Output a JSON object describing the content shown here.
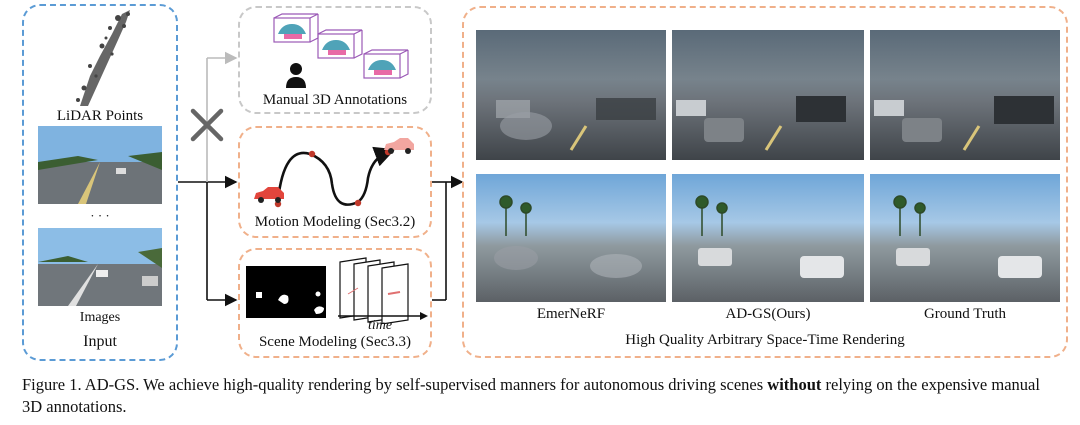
{
  "input_panel": {
    "lidar_label": "LiDAR Points",
    "ellipsis": "· · ·",
    "images_label": "Images",
    "title": "Input"
  },
  "manual_panel": {
    "label": "Manual 3D Annotations"
  },
  "motion_panel": {
    "label": "Motion Modeling (Sec3.2)"
  },
  "scene_panel": {
    "label": "Scene Modeling (Sec3.3)",
    "time_label": "time"
  },
  "rendering_panel": {
    "columns": [
      "EmerNeRF",
      "AD-GS(Ours)",
      "Ground Truth"
    ],
    "title": "High Quality Arbitrary Space-Time Rendering"
  },
  "caption": {
    "prefix": "Figure 1. AD-GS. We achieve high-quality rendering by self-supervised manners for autonomous driving scenes ",
    "bold": "without",
    "suffix": " relying on the expensive manual 3D annotations."
  },
  "colors": {
    "input_border": "#5b9bd5",
    "annotation_border": "#c8c8c8",
    "module_border": "#f0b08a",
    "cross": "#666666",
    "car_red": "#e2453c",
    "annotation_box": "#9b59b6"
  }
}
